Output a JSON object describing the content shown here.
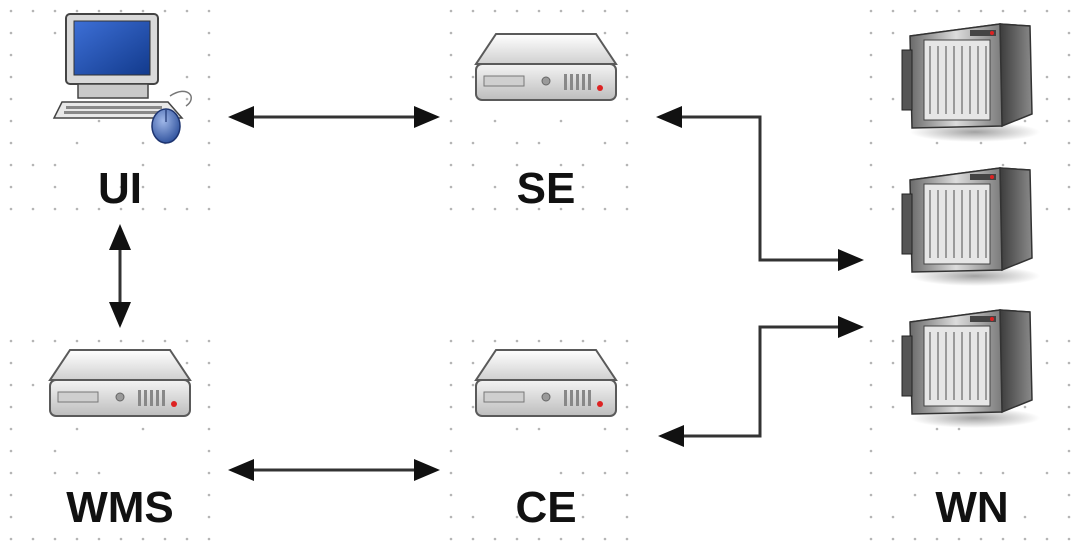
{
  "nodes": {
    "ui": {
      "label": "UI",
      "icon": "desktop-computer-icon"
    },
    "se": {
      "label": "SE",
      "icon": "rack-server-icon"
    },
    "wms": {
      "label": "WMS",
      "icon": "rack-server-icon"
    },
    "ce": {
      "label": "CE",
      "icon": "rack-server-icon"
    },
    "wn": {
      "label": "WN",
      "icon": "tower-server-icon"
    }
  },
  "edges": [
    {
      "from": "UI",
      "to": "SE",
      "direction": "both"
    },
    {
      "from": "UI",
      "to": "WMS",
      "direction": "both"
    },
    {
      "from": "WMS",
      "to": "CE",
      "direction": "both"
    },
    {
      "from": "SE",
      "to": "WN",
      "direction": "both"
    },
    {
      "from": "CE",
      "to": "WN",
      "direction": "both"
    }
  ],
  "colors": {
    "arrow": "#333333",
    "grid_dot": "#b5b5b5",
    "label": "#111111"
  }
}
